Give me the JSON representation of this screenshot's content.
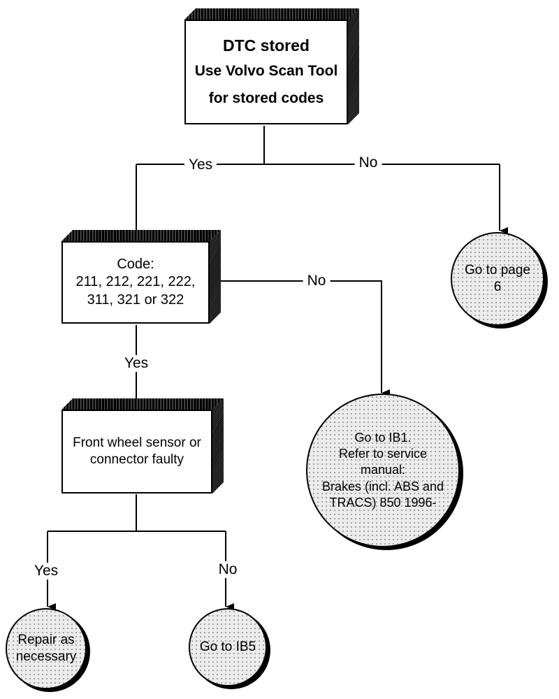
{
  "nodes": {
    "dtc_stored": {
      "lines": [
        "DTC stored",
        "Use Volvo Scan Tool",
        "for stored codes"
      ]
    },
    "code_check": {
      "lines": [
        "Code:",
        "211, 212, 221, 222,",
        "311, 321 or 322"
      ]
    },
    "front_sensor": {
      "lines": [
        "Front wheel sensor or",
        "connector faulty"
      ]
    },
    "go_page_6": {
      "lines": [
        "Go to page",
        "6"
      ]
    },
    "go_ib1": {
      "lines": [
        "Go to IB1.",
        "Refer to service",
        "manual:",
        "Brakes (incl. ABS and",
        "TRACS) 850 1996-"
      ]
    },
    "repair": {
      "lines": [
        "Repair as",
        "necessary"
      ]
    },
    "go_ib5": {
      "lines": [
        "Go to IB5"
      ]
    }
  },
  "edges": {
    "dtc_yes": "Yes",
    "dtc_no": "No",
    "code_yes": "Yes",
    "code_no": "No",
    "sensor_yes": "Yes",
    "sensor_no": "No"
  }
}
